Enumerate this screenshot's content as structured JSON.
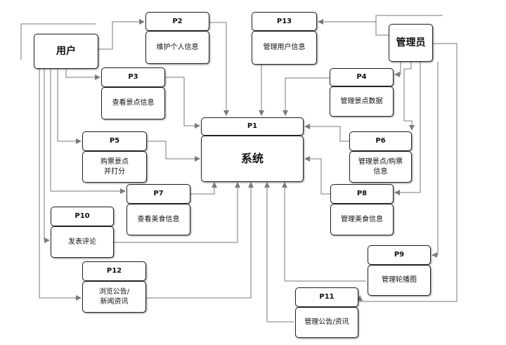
{
  "actors": {
    "user": "用户",
    "admin": "管理员"
  },
  "processes": [
    {
      "id": "P1",
      "label": "系统"
    },
    {
      "id": "P2",
      "label": "维护个人信息"
    },
    {
      "id": "P3",
      "label": "查看景点信息"
    },
    {
      "id": "P4",
      "label": "管理景点数据"
    },
    {
      "id": "P5",
      "label": "购票景点\n并打分"
    },
    {
      "id": "P6",
      "label": "管理景点/购票\n信息"
    },
    {
      "id": "P7",
      "label": "查看美食信息"
    },
    {
      "id": "P8",
      "label": "管理美食信息"
    },
    {
      "id": "P9",
      "label": "管理轮播图"
    },
    {
      "id": "P10",
      "label": "发表评论"
    },
    {
      "id": "P11",
      "label": "管理公告/资讯"
    },
    {
      "id": "P12",
      "label": "浏览公告/\n新闻资讯"
    },
    {
      "id": "P13",
      "label": "管理用户信息"
    }
  ],
  "colors": {
    "line": "#7a7a7a",
    "border": "#222222"
  }
}
